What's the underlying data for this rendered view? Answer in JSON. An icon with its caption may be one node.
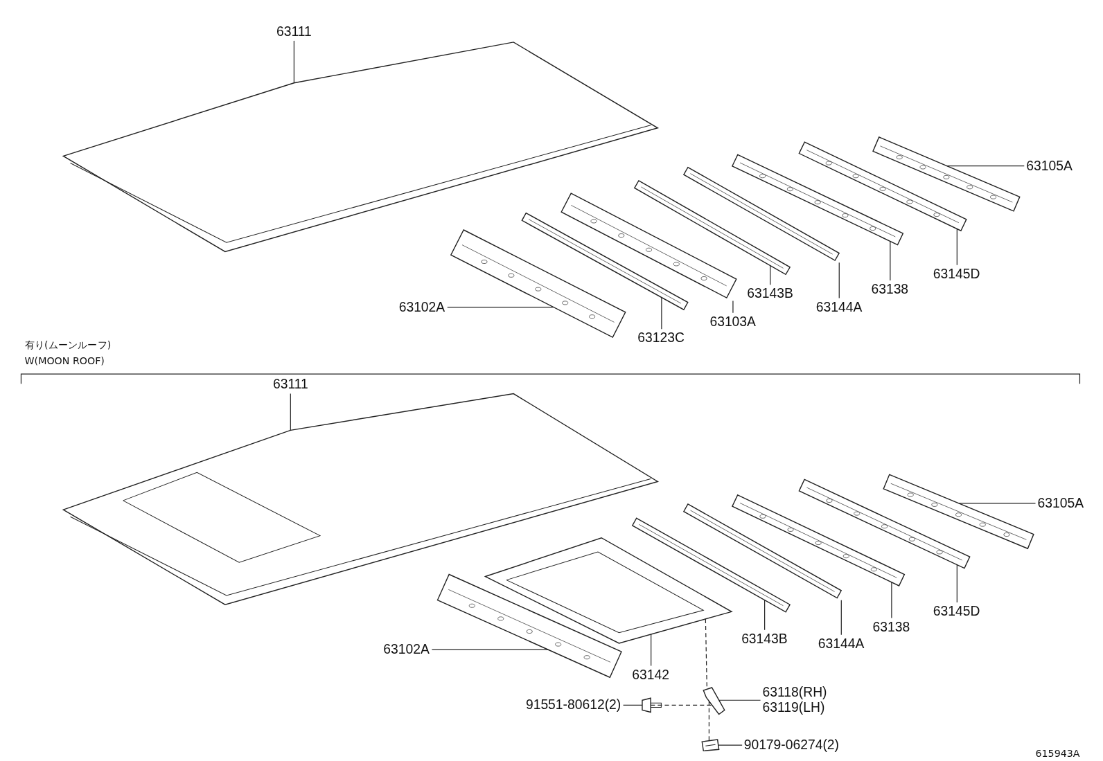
{
  "diagram": {
    "nodes": [
      {
        "text": [
          "63111"
        ]
      },
      {
        "text": [],
        "shape": "picture"
      },
      {
        "text": [
          "63105A"
        ]
      },
      {
        "text": [],
        "shape": "picture"
      },
      {
        "text": [
          "63145D"
        ]
      },
      {
        "text": [],
        "shape": "picture"
      },
      {
        "text": [
          "63138"
        ]
      },
      {
        "text": [],
        "shape": "picture"
      },
      {
        "text": [
          "63144A"
        ]
      },
      {
        "text": [],
        "shape": "picture"
      },
      {
        "text": [
          "63143B"
        ]
      },
      {
        "text": [],
        "shape": "picture"
      },
      {
        "text": [
          "63103A"
        ]
      },
      {
        "text": [],
        "shape": "picture"
      },
      {
        "text": [
          "63102A"
        ]
      },
      {
        "text": [],
        "shape": "picture"
      },
      {
        "text": [
          "63123C"
        ]
      },
      {
        "text": [],
        "shape": "picture"
      },
      {
        "text": [
          "63111"
        ]
      },
      {
        "text": [],
        "shape": "picture"
      },
      {
        "text": [
          "63105A"
        ]
      },
      {
        "text": [],
        "shape": "picture"
      },
      {
        "text": [
          "63145D"
        ]
      },
      {
        "text": [],
        "shape": "picture"
      },
      {
        "text": [
          "63138"
        ]
      },
      {
        "text": [],
        "shape": "picture"
      },
      {
        "text": [
          "63144A"
        ]
      },
      {
        "text": [],
        "shape": "picture"
      },
      {
        "text": [
          "63143B"
        ]
      },
      {
        "text": [],
        "shape": "picture"
      },
      {
        "text": [
          "63102A"
        ]
      },
      {
        "text": [],
        "shape": "picture"
      },
      {
        "text": [
          "63142"
        ]
      },
      {
        "text": [],
        "shape": "picture"
      },
      {
        "text": [
          "63118(RH)",
          "63119(LH)"
        ]
      },
      {
        "text": [],
        "shape": "picture"
      },
      {
        "text": [
          "91551-80612(2)"
        ]
      },
      {
        "text": [],
        "shape": "picture"
      },
      {
        "text": [
          "90179-06274(2)"
        ]
      },
      {
        "text": [],
        "shape": "picture"
      }
    ],
    "edges": [
      {
        "from": 0,
        "to": 1,
        "arrow": "none"
      },
      {
        "from": 2,
        "to": 3,
        "arrow": "none"
      },
      {
        "from": 4,
        "to": 5,
        "arrow": "none"
      },
      {
        "from": 6,
        "to": 7,
        "arrow": "none"
      },
      {
        "from": 8,
        "to": 9,
        "arrow": "none"
      },
      {
        "from": 10,
        "to": 11,
        "arrow": "none"
      },
      {
        "from": 12,
        "to": 13,
        "arrow": "none"
      },
      {
        "from": 14,
        "to": 15,
        "arrow": "none"
      },
      {
        "from": 16,
        "to": 17,
        "arrow": "none"
      },
      {
        "from": 18,
        "to": 19,
        "arrow": "none"
      },
      {
        "from": 20,
        "to": 21,
        "arrow": "none"
      },
      {
        "from": 22,
        "to": 23,
        "arrow": "none"
      },
      {
        "from": 24,
        "to": 25,
        "arrow": "none"
      },
      {
        "from": 26,
        "to": 27,
        "arrow": "none"
      },
      {
        "from": 28,
        "to": 29,
        "arrow": "none"
      },
      {
        "from": 30,
        "to": 31,
        "arrow": "none"
      },
      {
        "from": 32,
        "to": 33,
        "arrow": "none"
      },
      {
        "from": 34,
        "to": 35,
        "arrow": "none"
      },
      {
        "from": 36,
        "to": 37,
        "arrow": "none"
      },
      {
        "from": 38,
        "to": 39,
        "arrow": "none"
      },
      {
        "from": 33,
        "to": 35,
        "arrow": "none",
        "style": "dashed"
      },
      {
        "from": 35,
        "to": 39,
        "arrow": "none",
        "style": "dashed"
      },
      {
        "from": 37,
        "to": 35,
        "arrow": "none",
        "style": "dashed"
      }
    ],
    "labels": [
      "有り(ムーンルーフ)",
      "W(MOON ROOF)",
      "615943A"
    ]
  }
}
